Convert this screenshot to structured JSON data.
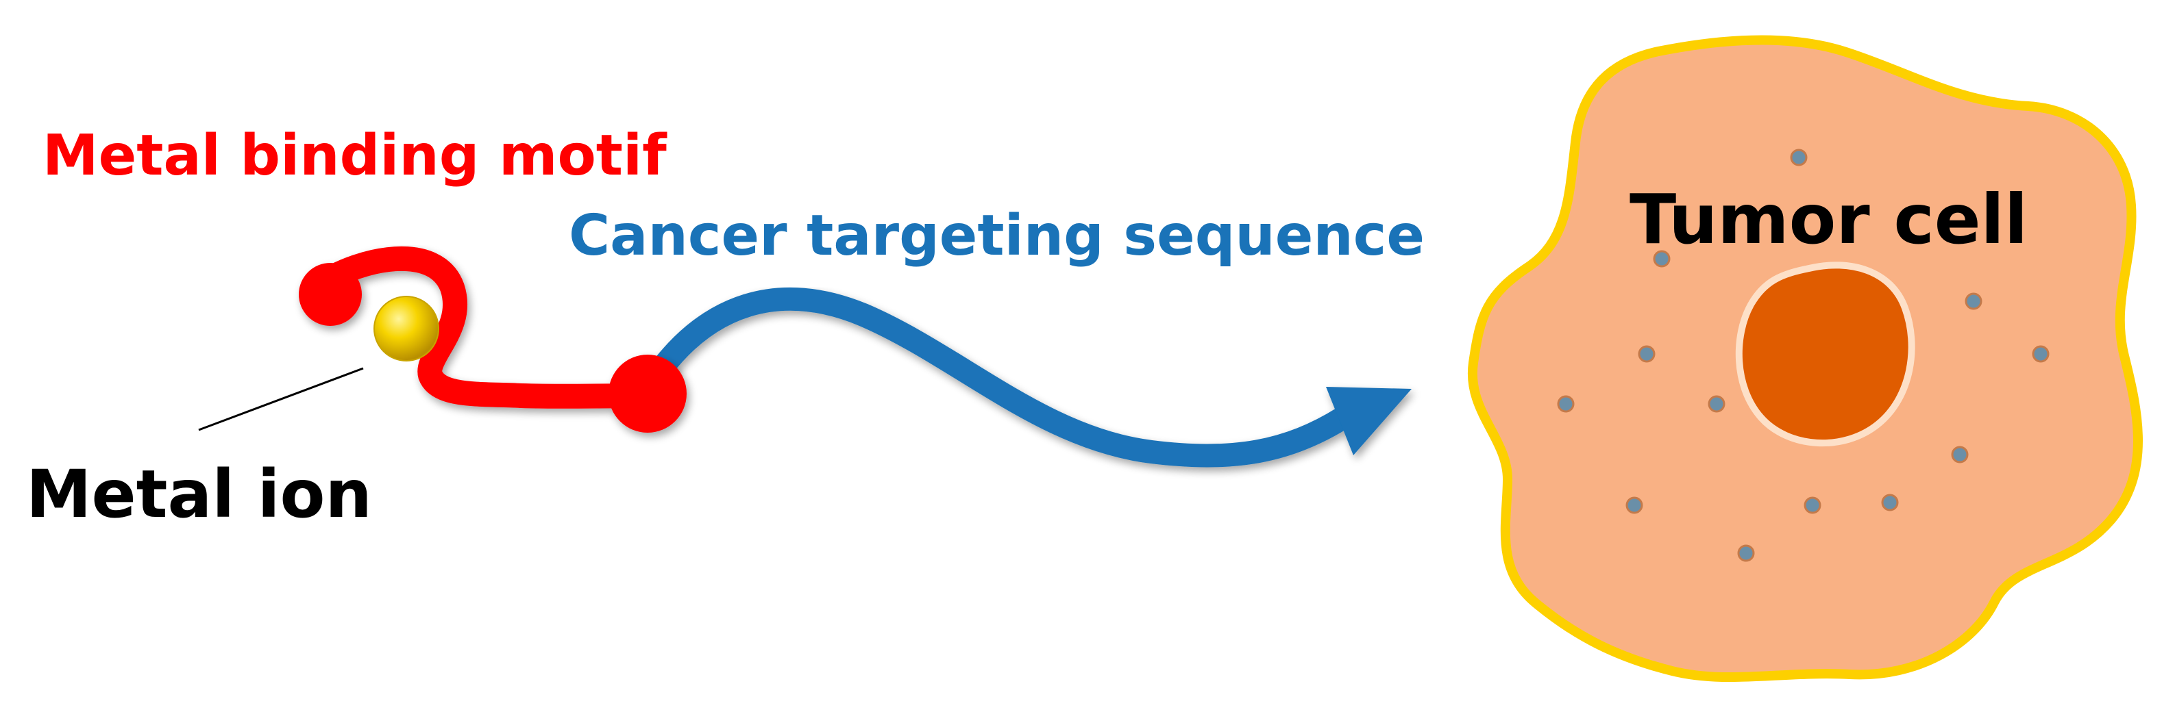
{
  "labels": {
    "metal_binding_motif": "Metal binding motif",
    "cancer_targeting_sequence": "Cancer targeting sequence",
    "metal_ion": "Metal ion",
    "tumor_cell": "Tumor cell"
  },
  "colors": {
    "motif": "#ff0000",
    "targeting": "#1a73b8",
    "metal_ion": "#f5c400",
    "metal_ion_highlight": "#fff27a",
    "leader_line": "#000000",
    "text_dark": "#000000",
    "cell_fill": "#f9b184",
    "cell_outline": "#fdd000",
    "nucleus_fill": "#e05c00",
    "nucleus_outline": "#fde0c8",
    "dot_fill": "#6a8fa8",
    "dot_outline": "#c47a4a"
  }
}
